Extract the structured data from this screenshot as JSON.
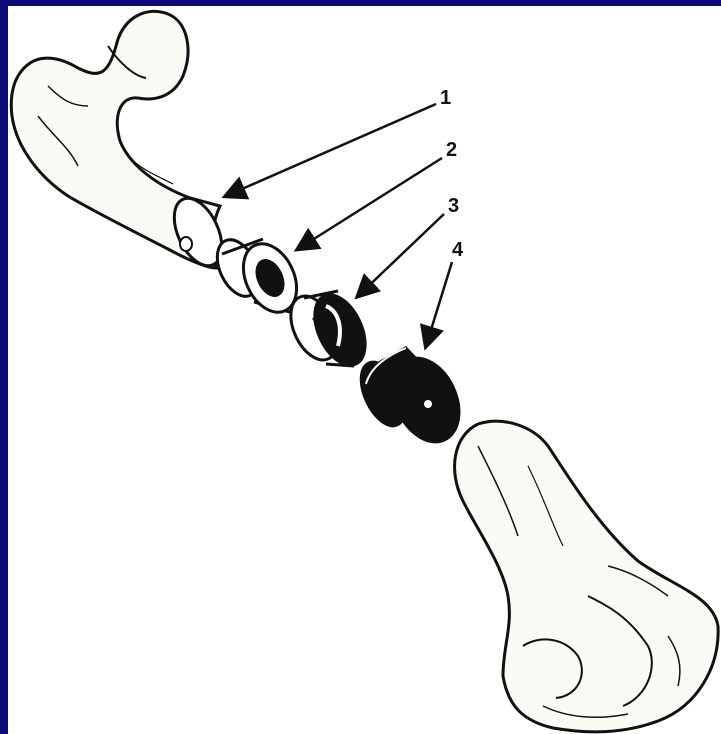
{
  "figure": {
    "labels": [
      {
        "id": "1",
        "text": "1"
      },
      {
        "id": "2",
        "text": "2"
      },
      {
        "id": "3",
        "text": "3"
      },
      {
        "id": "4",
        "text": "4"
      }
    ]
  },
  "colors": {
    "frame": "#0b0b7a",
    "canvas": "#ffffff",
    "ink": "#111111",
    "bone": "#fbfbf6"
  }
}
